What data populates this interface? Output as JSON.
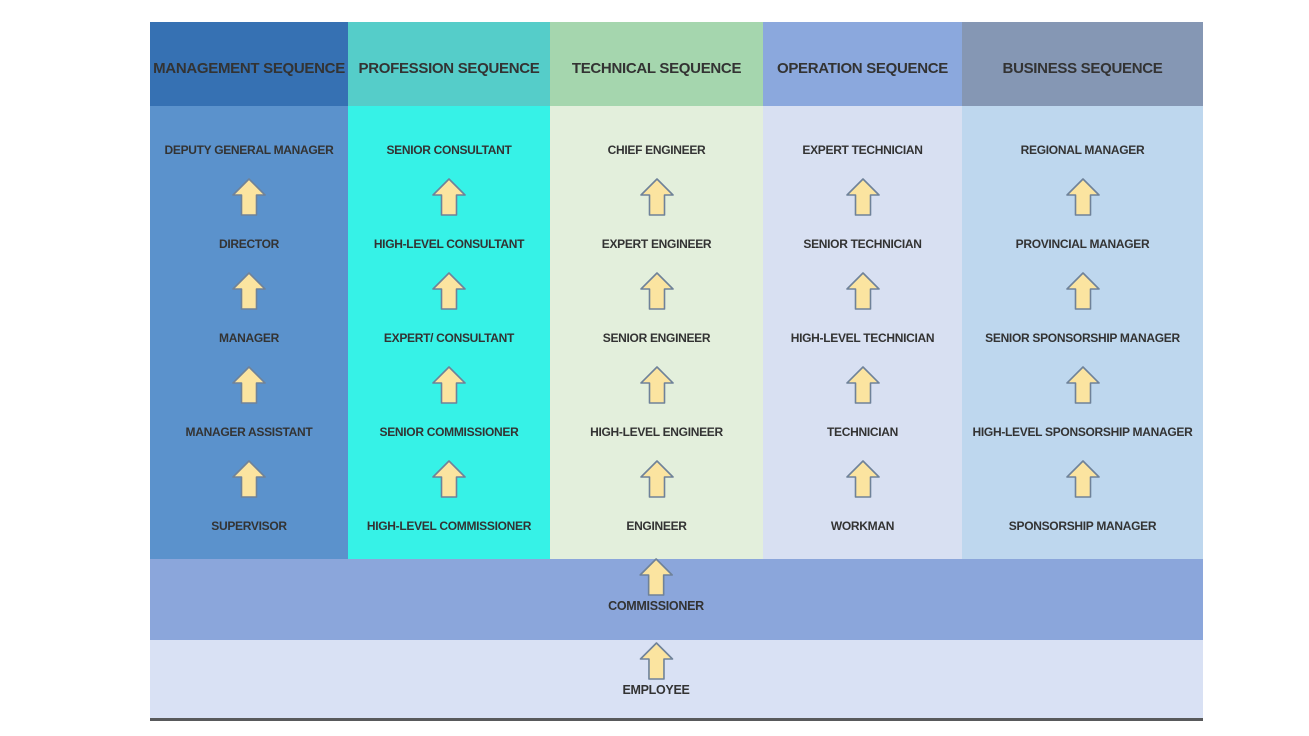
{
  "diagram": {
    "columns": [
      {
        "header": "MANAGEMENT SEQUENCE",
        "header_color": "#3671b3",
        "body_color": "#5b92cc",
        "levels": [
          "DEPUTY GENERAL MANAGER",
          "DIRECTOR",
          "MANAGER",
          "MANAGER ASSISTANT",
          "SUPERVISOR"
        ]
      },
      {
        "header": "PROFESSION SEQUENCE",
        "header_color": "#55cdc9",
        "body_color": "#36f2e7",
        "levels": [
          "SENIOR CONSULTANT",
          "HIGH-LEVEL CONSULTANT",
          "EXPERT/ CONSULTANT",
          "SENIOR COMMISSIONER",
          "HIGH-LEVEL COMMISSIONER"
        ]
      },
      {
        "header": "TECHNICAL SEQUENCE",
        "header_color": "#a5d6ae",
        "body_color": "#e3efdc",
        "levels": [
          "CHIEF ENGINEER",
          "EXPERT ENGINEER",
          "SENIOR ENGINEER",
          "HIGH-LEVEL ENGINEER",
          "ENGINEER"
        ]
      },
      {
        "header": "OPERATION SEQUENCE",
        "header_color": "#8ba8dd",
        "body_color": "#d8e0f2",
        "levels": [
          "EXPERT TECHNICIAN",
          "SENIOR TECHNICIAN",
          "HIGH-LEVEL TECHNICIAN",
          "TECHNICIAN",
          "WORKMAN"
        ]
      },
      {
        "header": "BUSINESS SEQUENCE",
        "header_color": "#8597b4",
        "body_color": "#bed7ee",
        "levels": [
          "REGIONAL MANAGER",
          "PROVINCIAL MANAGER",
          "SENIOR SPONSORSHIP MANAGER",
          "HIGH-LEVEL SPONSORSHIP MANAGER",
          "SPONSORSHIP MANAGER"
        ]
      }
    ],
    "base_bands": [
      {
        "label": "COMMISSIONER",
        "color": "#8ba6db"
      },
      {
        "label": "EMPLOYEE",
        "color": "#d9e1f4"
      }
    ],
    "arrow": {
      "icon": "up-arrow-icon",
      "direction": "up",
      "fill": "#fbe4a0",
      "stroke": "#6f8299"
    },
    "text_color": "#333333",
    "bottom_line_color": "#58595b"
  }
}
